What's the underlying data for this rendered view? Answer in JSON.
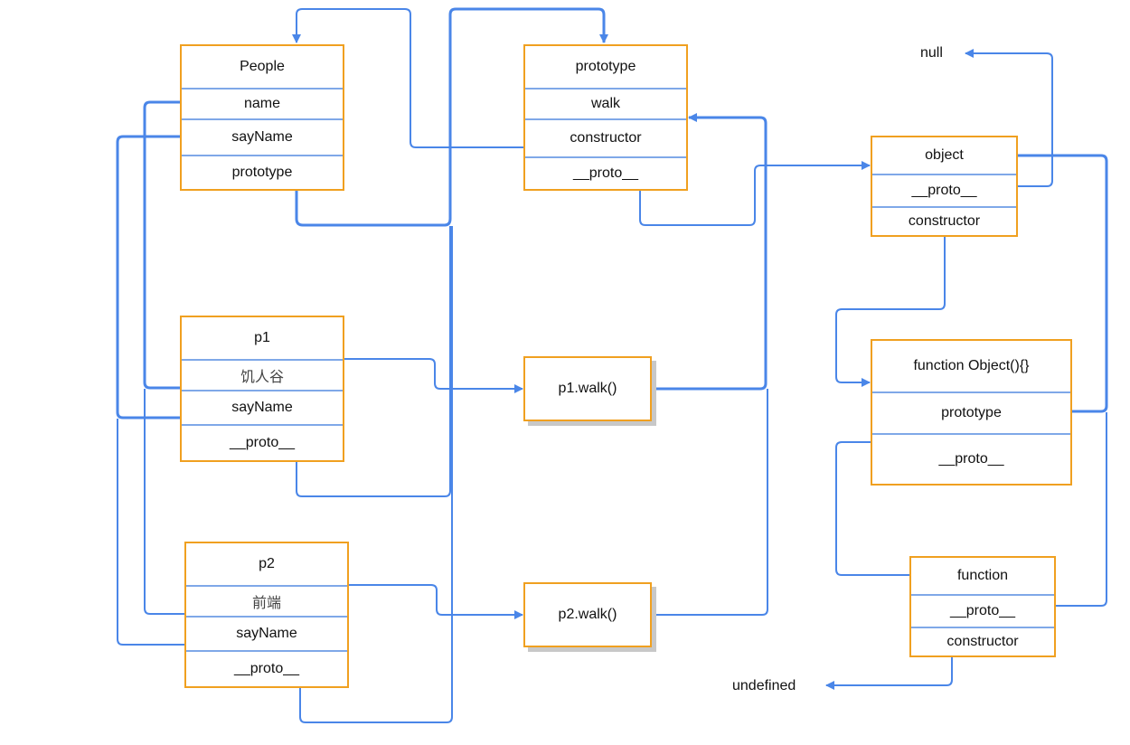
{
  "people": {
    "title": "People",
    "fields": [
      "name",
      "sayName",
      "prototype"
    ]
  },
  "people_prototype": {
    "title": "prototype",
    "fields": [
      "walk",
      "constructor",
      "__proto__"
    ]
  },
  "p1": {
    "title": "p1",
    "fields": [
      "饥人谷",
      "sayName",
      "__proto__"
    ]
  },
  "p2": {
    "title": "p2",
    "fields": [
      "前端",
      "sayName",
      "__proto__"
    ]
  },
  "p1_walk": {
    "title": "p1.walk()"
  },
  "p2_walk": {
    "title": "p2.walk()"
  },
  "object_proto": {
    "title": "object",
    "fields": [
      "__proto__",
      "constructor"
    ]
  },
  "object_func": {
    "title": "function Object(){}",
    "fields": [
      "prototype",
      "__proto__"
    ]
  },
  "function_proto": {
    "title": "function",
    "fields": [
      "__proto__",
      "constructor"
    ]
  },
  "labels": {
    "null": "null",
    "undefined": "undefined"
  },
  "colors": {
    "box_border": "#f0a020",
    "separator": "#7fa8e8",
    "arrow": "#4a86e8"
  }
}
